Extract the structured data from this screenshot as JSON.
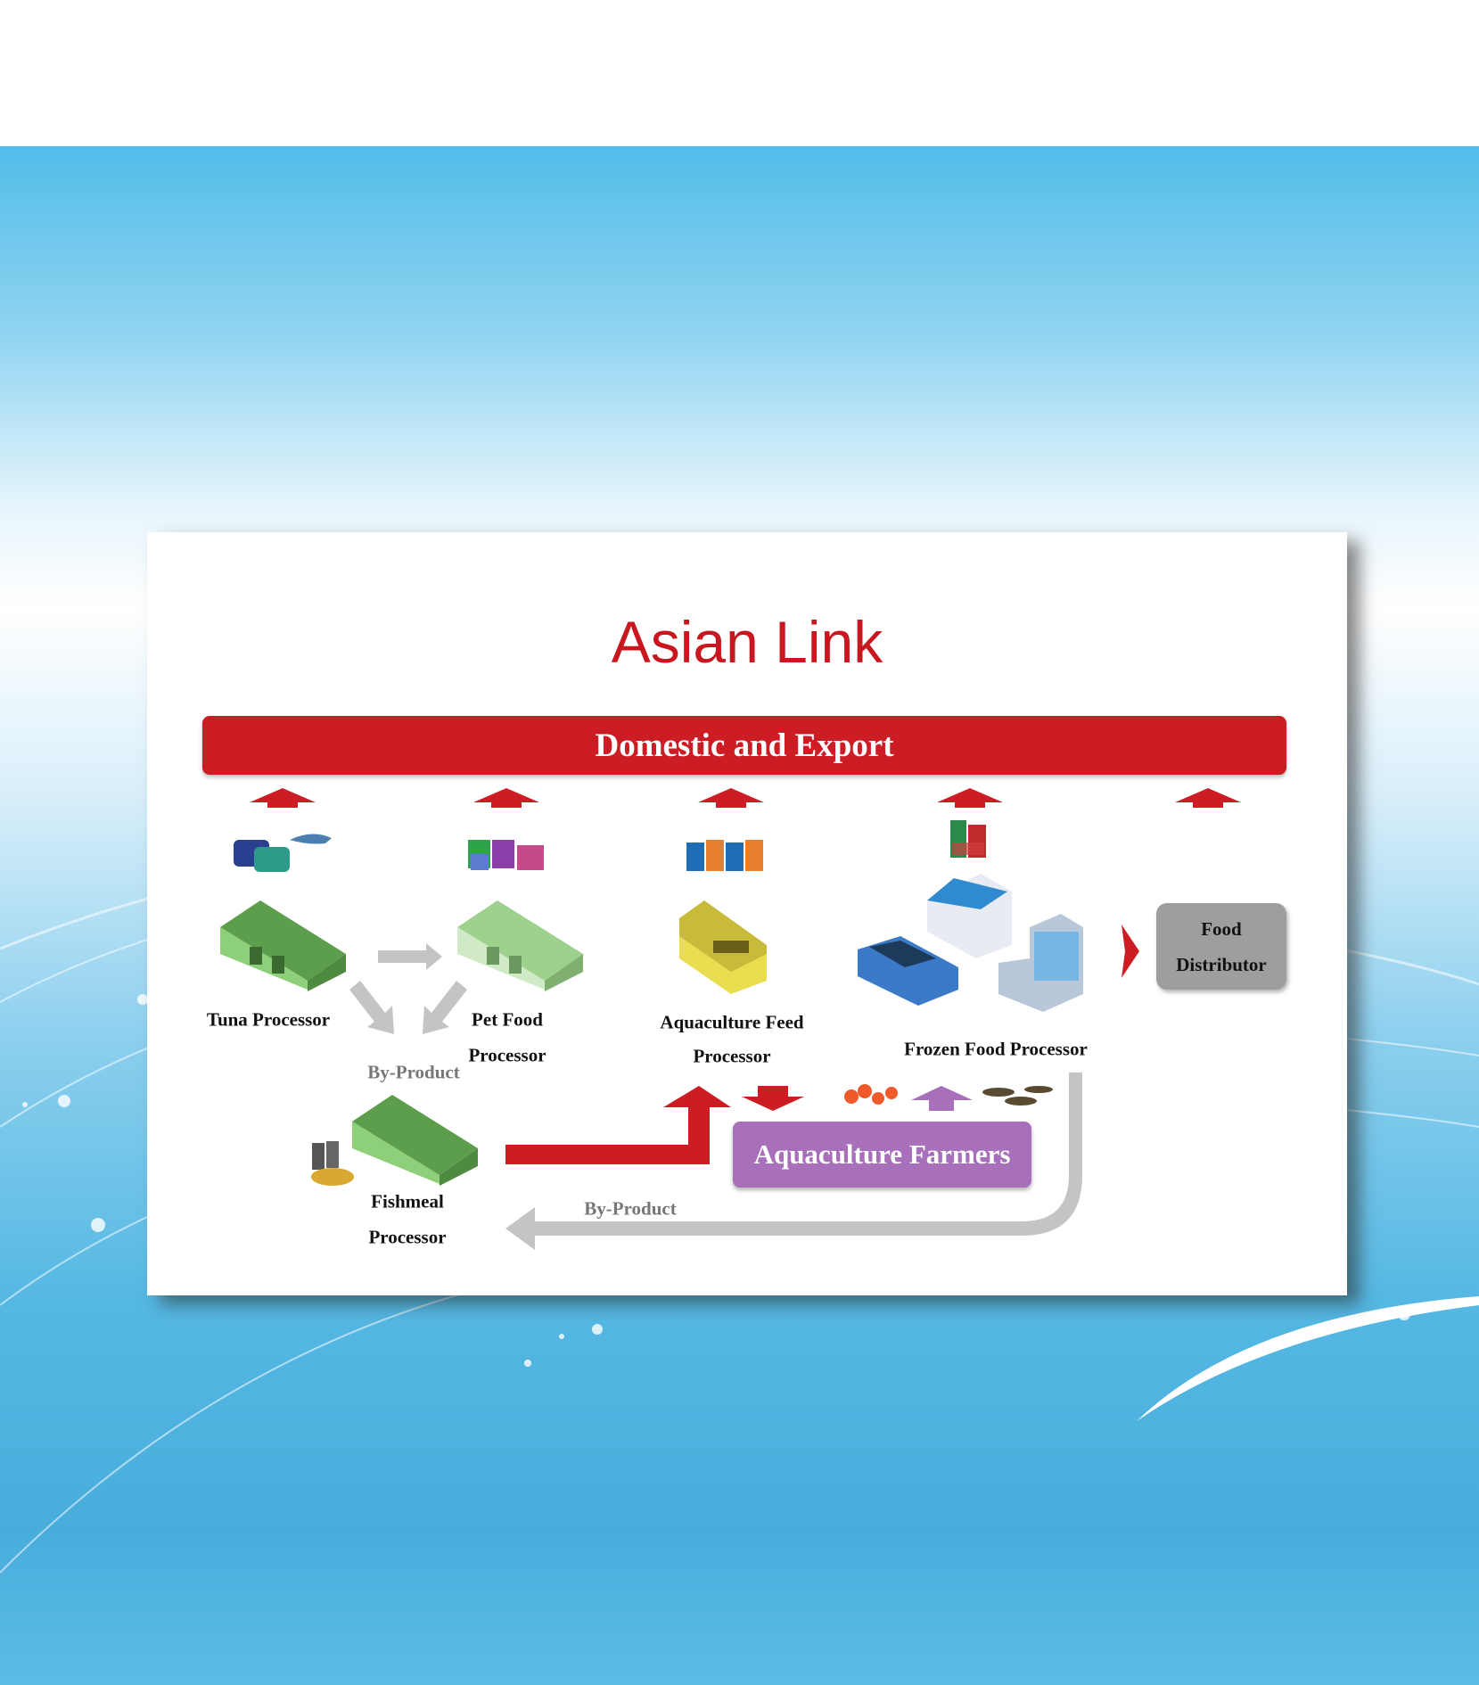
{
  "title": "Asian Link",
  "banner": "Domestic and Export",
  "nodes": {
    "tuna": "Tuna Processor",
    "pet_food_1": "Pet Food",
    "pet_food_2": "Processor",
    "aqua_feed_1": "Aquaculture Feed",
    "aqua_feed_2": "Processor",
    "frozen_food": "Frozen Food Processor",
    "fishmeal_1": "Fishmeal",
    "fishmeal_2": "Processor",
    "food_distributor_1": "Food",
    "food_distributor_2": "Distributor",
    "aquaculture_farmers": "Aquaculture Farmers"
  },
  "flow_labels": {
    "by_product_top": "By-Product",
    "by_product_bottom": "By-Product"
  },
  "colors": {
    "accent_red": "#cc1d24",
    "farmers_purple": "#a86fba",
    "distributor_gray": "#9e9e9e",
    "house_green": "#7fc46a",
    "background_blue": "#52bde9"
  }
}
